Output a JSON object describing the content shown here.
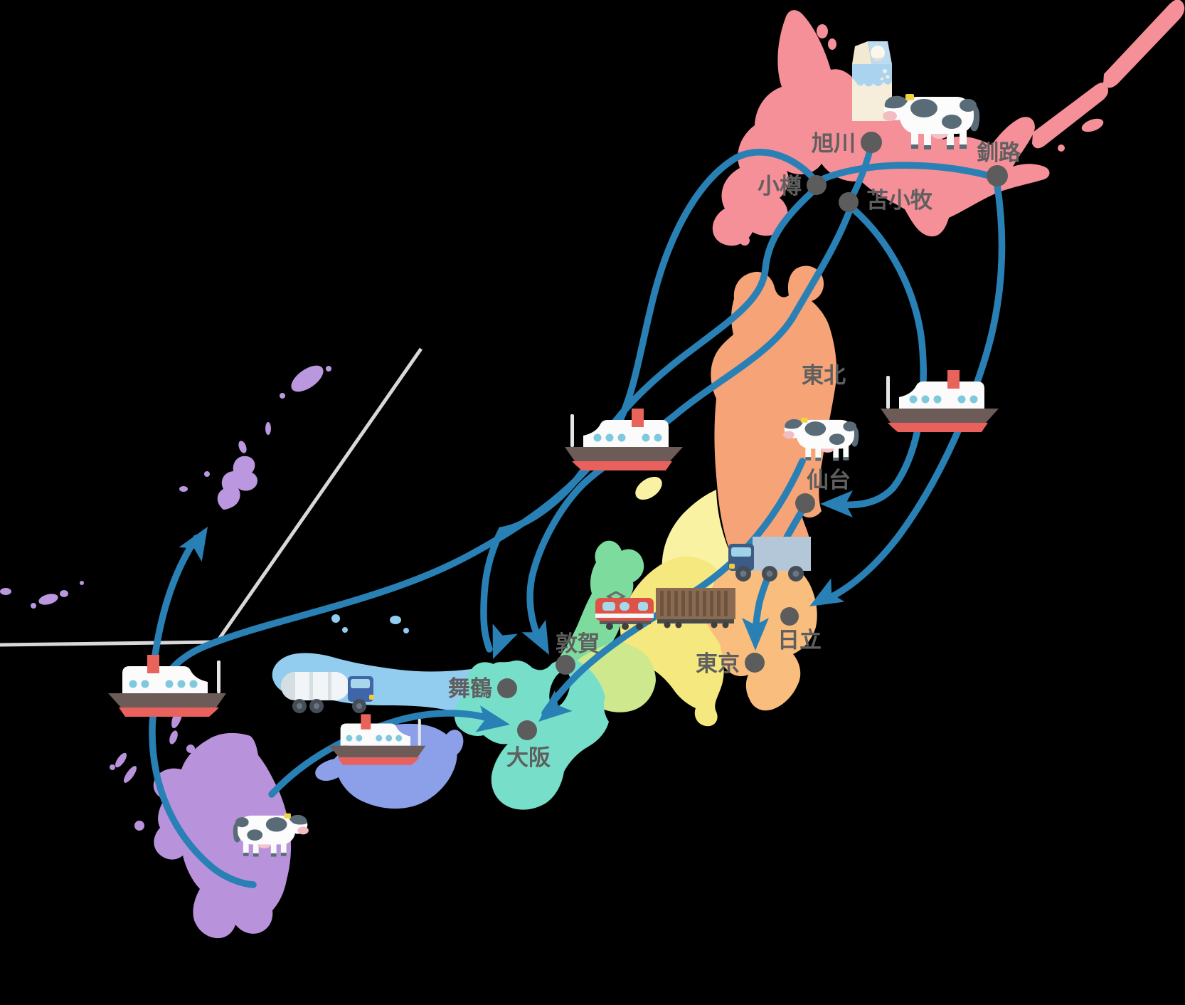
{
  "map": {
    "description_note": "",
    "cities": {
      "asahikawa": {
        "label": "旭川"
      },
      "kushiro": {
        "label": "釧路"
      },
      "otaru": {
        "label": "小樽"
      },
      "tomakomai": {
        "label": "苫小牧"
      },
      "sendai": {
        "label": "仙台"
      },
      "hitachi": {
        "label": "日立"
      },
      "tokyo": {
        "label": "東京"
      },
      "tsuruga": {
        "label": "敦賀"
      },
      "maizuru": {
        "label": "舞鶴"
      },
      "osaka": {
        "label": "大阪"
      }
    },
    "regions": {
      "tohoku_label": "東北"
    },
    "icons": {
      "milk_carton": "milk-carton-icon",
      "dairy_cow": "cow-icon",
      "ferry": "ferry-ship-icon",
      "box_truck": "box-truck-icon",
      "tank_truck": "milk-tank-truck-icon",
      "freight_train": "freight-train-icon"
    }
  },
  "colors": {
    "route": "#2980B5",
    "city_dot": "#5C5C5C",
    "label_text": "#5F5F5F",
    "inset_line": "#D8D8D8",
    "hokkaido": "#F58F98",
    "tohoku": "#F5A377",
    "kanto": "#F9BE7E",
    "koshinetsu": "#F9F2A2",
    "tokai": "#F4E87F",
    "gifu_shiga": "#CEE98D",
    "hokuriku": "#7EDB9E",
    "kansai": "#77DFC9",
    "chugoku": "#92CCEF",
    "shikoku": "#8C9FE9",
    "kyushu": "#B992DC",
    "okinawa": "#BB97DF",
    "background": "#000000"
  }
}
